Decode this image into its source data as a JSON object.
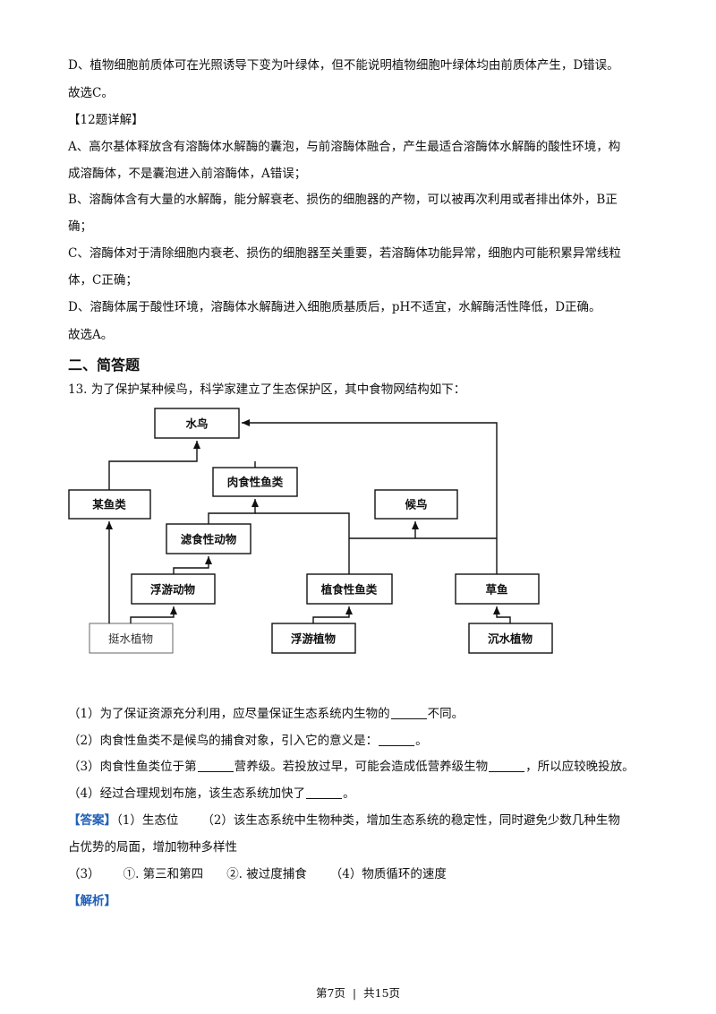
{
  "page": {
    "lines": [
      "D、植物细胞前质体可在光照诱导下变为叶绿体，但不能说明植物细胞叶绿体均由前质体产生，D错误。",
      "故选C。",
      "【12题详解】",
      "A、高尔基体释放含有溶酶体水解酶的囊泡，与前溶酶体融合，产生最适合溶酶体水解酶的酸性环境，构",
      "成溶酶体，不是囊泡进入前溶酶体，A错误；",
      "B、溶酶体含有大量的水解酶，能分解衰老、损伤的细胞器的产物，可以被再次利用或者排出体外，B正",
      "确；",
      "C、溶酶体对于清除细胞内衰老、损伤的细胞器至关重要，若溶酶体功能异常，细胞内可能积累异常线粒",
      "体，C正确；",
      "D、溶酶体属于酸性环境，溶酶体水解酶进入细胞质基质后，pH不适宜，水解酶活性降低，D正确。",
      "故选A。"
    ],
    "section_heading": "二、简答题",
    "question_intro": "13. 为了保护某种候鸟，科学家建立了生态保护区，其中食物网结构如下：",
    "food_web": {
      "nodes": {
        "waterbird": "水鸟",
        "carnivorous_fish": "肉食性鱼类",
        "some_fish": "某鱼类",
        "migratory_bird": "候鸟",
        "filter_feeder": "滤食性动物",
        "zooplankton": "浮游动物",
        "herbivorous_fish": "植食性鱼类",
        "grass_carp": "草鱼",
        "emergent_plant": "挺水植物",
        "phytoplankton": "浮游植物",
        "submerged_plant": "沉水植物"
      }
    },
    "sub_questions": [
      {
        "before": "（1）为了保证资源充分利用，应尽量保证生态系统内生物的",
        "after": "不同。"
      },
      {
        "before": "（2）肉食性鱼类不是候鸟的捕食对象，引入它的意义是：",
        "after": "。"
      },
      {
        "before": "（3）肉食性鱼类位于第",
        "mid": "营养级。若投放过早，可能会造成低营养级生物",
        "after": "，所以应较晚投放。"
      },
      {
        "before": "（4）经过合理规划布施，该生态系统加快了",
        "after": "。"
      }
    ],
    "answer": {
      "tag": "【答案】",
      "line1_a": "（1）生态位",
      "line1_b": "（2）该生态系统中生物种类，增加生态系统的稳定性，同时避免少数几种生物",
      "line2": "占优势的局面，增加物种多样性",
      "line3_a": "（3）",
      "line3_b": "①. 第三和第四",
      "line3_c": "②. 被过度捕食",
      "line3_d": "（4）物质循环的速度"
    },
    "analysis_tag": "【解析】",
    "footer": {
      "page": "第7页",
      "total": "共15页"
    }
  }
}
